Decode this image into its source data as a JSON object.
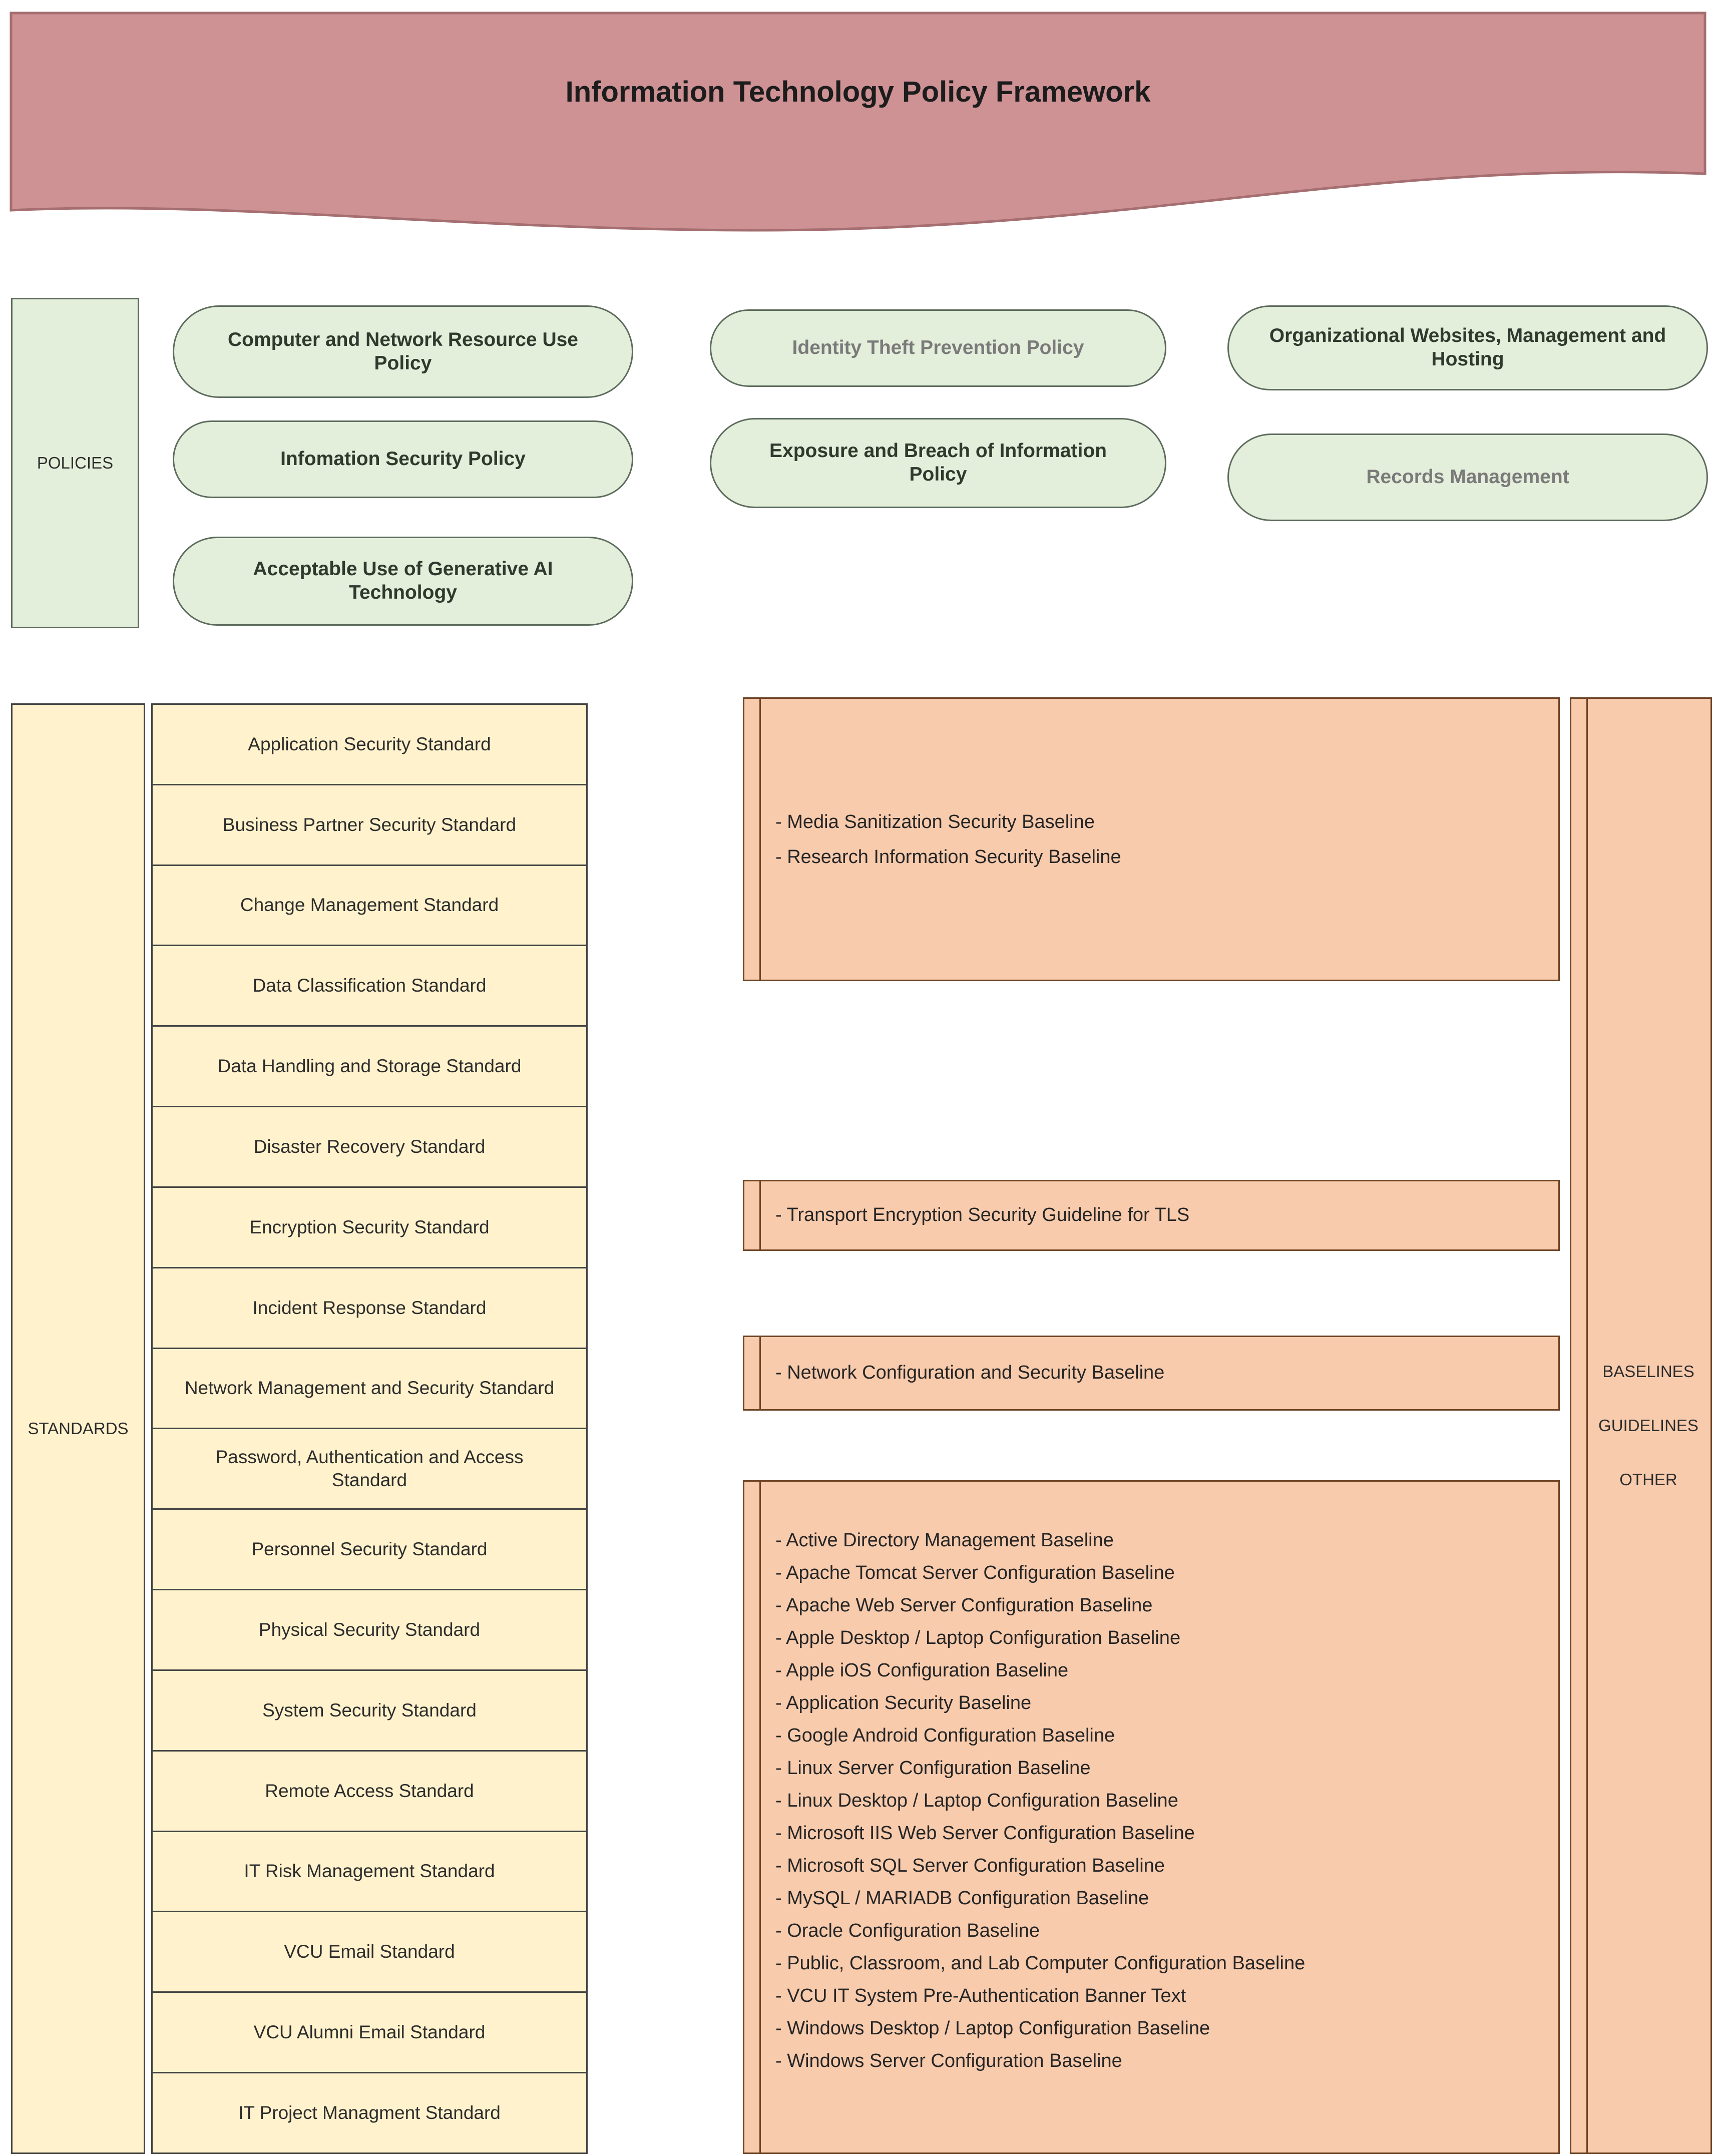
{
  "header": {
    "title": "Information Technology Policy Framework"
  },
  "policies": {
    "label": "POLICIES",
    "items": [
      {
        "label": "Computer and Network Resource Use Policy"
      },
      {
        "label": "Infomation Security Policy"
      },
      {
        "label": "Acceptable Use of Generative AI Technology"
      },
      {
        "label": "Identity Theft Prevention Policy"
      },
      {
        "label": "Exposure and Breach of Information Policy"
      },
      {
        "label": "Organizational Websites, Management and Hosting"
      },
      {
        "label": "Records Management"
      }
    ]
  },
  "standards": {
    "label": "STANDARDS",
    "items": [
      "Application Security Standard",
      "Business Partner Security Standard",
      "Change Management Standard",
      "Data Classification Standard",
      "Data Handling and Storage Standard",
      "Disaster Recovery Standard",
      "Encryption Security Standard",
      "Incident Response Standard",
      "Network Management and Security Standard",
      "Password, Authentication and Access Standard",
      "Personnel Security Standard",
      "Physical Security Standard",
      "System Security Standard",
      "Remote Access Standard",
      "IT Risk Management Standard",
      "VCU Email Standard",
      "VCU Alumni Email Standard",
      "IT Project Managment Standard"
    ]
  },
  "baselines": {
    "media_box": {
      "lines": [
        "- Media Sanitization Security Baseline",
        "- Research Information Security Baseline"
      ]
    },
    "tls_box": {
      "lines": [
        "- Transport Encryption Security Guideline for TLS"
      ]
    },
    "network_box": {
      "lines": [
        "- Network Configuration and Security Baseline"
      ]
    },
    "config_box": {
      "lines": [
        "- Active Directory Management Baseline",
        "- Apache Tomcat Server Configuration Baseline",
        "- Apache Web Server Configuration Baseline",
        "- Apple Desktop / Laptop Configuration Baseline",
        "- Apple iOS Configuration Baseline",
        "- Application Security Baseline",
        "- Google Android Configuration Baseline",
        "- Linux Server Configuration Baseline",
        "- Linux Desktop / Laptop Configuration Baseline",
        "- Microsoft IIS Web Server Configuration Baseline",
        "- Microsoft SQL Server Configuration Baseline",
        "- MySQL / MARIADB Configuration Baseline",
        "- Oracle Configuration Baseline",
        "- Public, Classroom, and Lab Computer Configuration Baseline",
        "- VCU IT System Pre-Authentication Banner Text",
        "- Windows Desktop / Laptop Configuration Baseline",
        "- Windows Server Configuration Baseline"
      ]
    },
    "legend": {
      "lines": [
        "BASELINES",
        "GUIDELINES",
        "OTHER"
      ]
    }
  },
  "colors": {
    "header_fill": "#ce9194",
    "header_border": "#a56e70",
    "policy_fill": "#e4efdb",
    "policy_border": "#5c6b5c",
    "standard_fill": "#fff2cc",
    "standard_border": "#454545",
    "baseline_fill": "#f8cbad",
    "baseline_border": "#6e4526"
  }
}
